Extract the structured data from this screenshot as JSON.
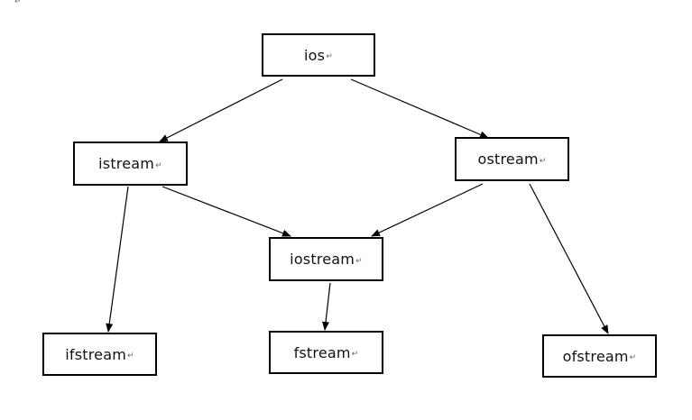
{
  "diagram": {
    "paragraph_mark": "↵",
    "nodes": [
      {
        "id": "ios",
        "label": "ios"
      },
      {
        "id": "istream",
        "label": "istream"
      },
      {
        "id": "ostream",
        "label": "ostream"
      },
      {
        "id": "iostream",
        "label": "iostream"
      },
      {
        "id": "ifstream",
        "label": "ifstream"
      },
      {
        "id": "fstream",
        "label": "fstream"
      },
      {
        "id": "ofstream",
        "label": "ofstream"
      }
    ],
    "edges": [
      {
        "from": "ios",
        "to": "istream"
      },
      {
        "from": "ios",
        "to": "ostream"
      },
      {
        "from": "istream",
        "to": "iostream"
      },
      {
        "from": "ostream",
        "to": "iostream"
      },
      {
        "from": "istream",
        "to": "ifstream"
      },
      {
        "from": "iostream",
        "to": "fstream"
      },
      {
        "from": "ostream",
        "to": "ofstream"
      }
    ],
    "colors": {
      "line": "#000000",
      "text": "#111111"
    }
  }
}
